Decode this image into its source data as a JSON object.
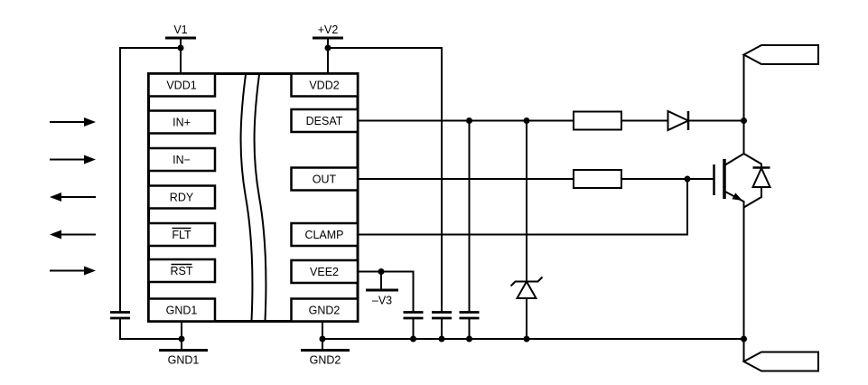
{
  "colors": {
    "line": "#000000",
    "background": "#ffffff"
  },
  "ic": {
    "left_pins": [
      {
        "label": "VDD1",
        "overline": false
      },
      {
        "label": "IN+",
        "overline": false
      },
      {
        "label": "IN−",
        "overline": false
      },
      {
        "label": "RDY",
        "overline": false
      },
      {
        "label": "FLT",
        "overline": true
      },
      {
        "label": "RST",
        "overline": true
      },
      {
        "label": "GND1",
        "overline": false
      }
    ],
    "right_pins": [
      {
        "label": "VDD2",
        "overline": false
      },
      {
        "label": "DESAT",
        "overline": false
      },
      {
        "label": "OUT",
        "overline": false
      },
      {
        "label": "CLAMP",
        "overline": false
      },
      {
        "label": "VEE2",
        "overline": false
      },
      {
        "label": "GND2",
        "overline": false
      }
    ]
  },
  "supplies": {
    "v1": "V1",
    "v2": "+V2",
    "v3": "–V3"
  },
  "grounds": {
    "gnd1": "GND1",
    "gnd2": "GND2"
  },
  "signal_arrows": [
    {
      "pin": "IN+",
      "direction": "right"
    },
    {
      "pin": "IN−",
      "direction": "right"
    },
    {
      "pin": "RDY",
      "direction": "left"
    },
    {
      "pin": "FLT",
      "direction": "left"
    },
    {
      "pin": "RST",
      "direction": "right"
    }
  ],
  "components": [
    {
      "name": "isolation-barrier"
    },
    {
      "name": "decoupling-capacitor-v1-gnd1"
    },
    {
      "name": "decoupling-capacitor-vee2-gnd2"
    },
    {
      "name": "decoupling-capacitor-vdd2-gnd2"
    },
    {
      "name": "desat-blanking-capacitor"
    },
    {
      "name": "desat-resistor"
    },
    {
      "name": "gate-resistor"
    },
    {
      "name": "desat-diode"
    },
    {
      "name": "zener-diode"
    },
    {
      "name": "igbt"
    },
    {
      "name": "freewheel-diode"
    },
    {
      "name": "bus-terminal-top"
    },
    {
      "name": "bus-terminal-bottom"
    }
  ]
}
